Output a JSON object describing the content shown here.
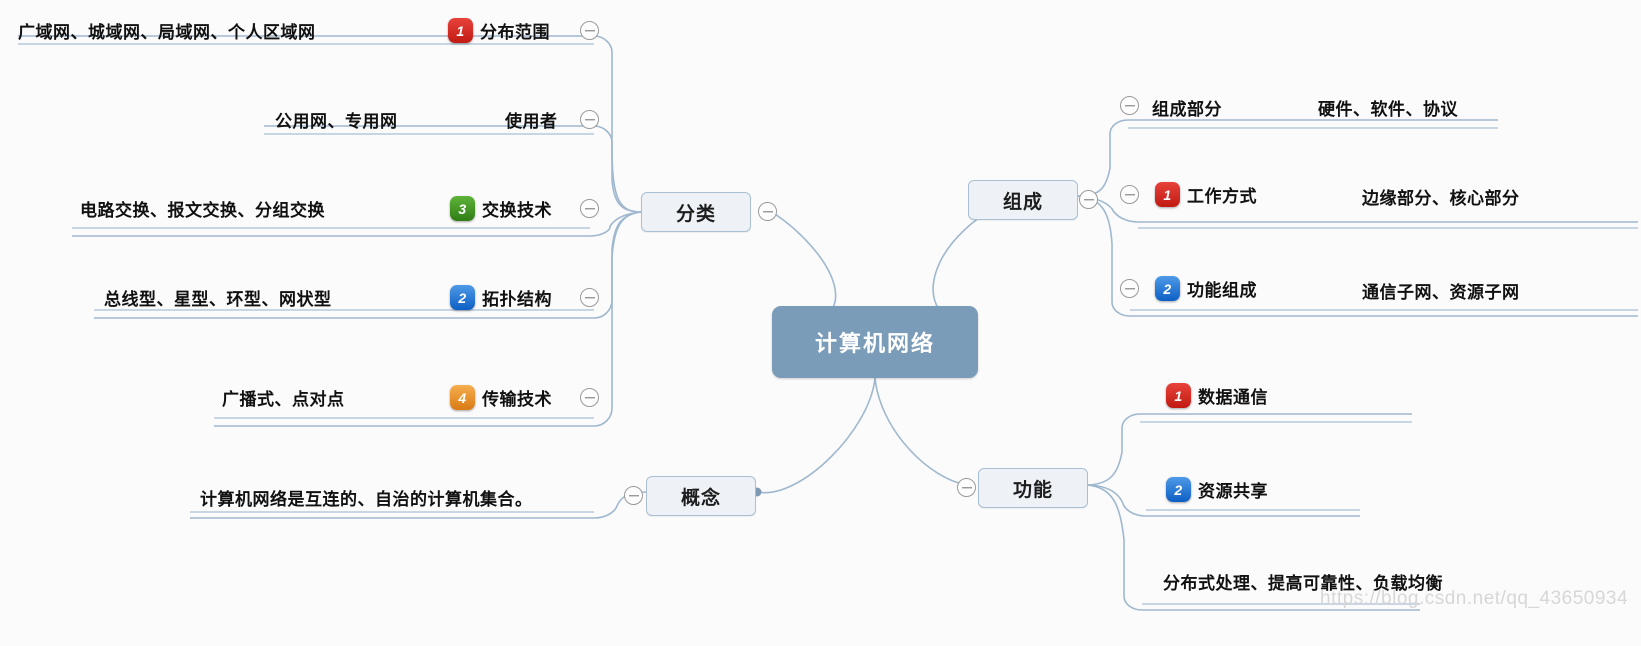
{
  "root": {
    "label": "计算机网络"
  },
  "branches": {
    "classification": {
      "label": "分类"
    },
    "composition": {
      "label": "组成"
    },
    "function": {
      "label": "功能"
    },
    "concept": {
      "label": "概念"
    }
  },
  "classification_topics": [
    {
      "badge": "1",
      "badge_color": "red",
      "label": "分布范围",
      "detail": "广域网、城域网、局域网、个人区域网"
    },
    {
      "badge": "",
      "badge_color": "",
      "label": "使用者",
      "detail": "公用网、专用网"
    },
    {
      "badge": "3",
      "badge_color": "green",
      "label": "交换技术",
      "detail": "电路交换、报文交换、分组交换"
    },
    {
      "badge": "2",
      "badge_color": "blue",
      "label": "拓扑结构",
      "detail": "总线型、星型、环型、网状型"
    },
    {
      "badge": "4",
      "badge_color": "orange",
      "label": "传输技术",
      "detail": "广播式、点对点"
    }
  ],
  "composition_topics": [
    {
      "badge": "",
      "badge_color": "",
      "label": "组成部分",
      "detail": "硬件、软件、协议"
    },
    {
      "badge": "1",
      "badge_color": "red",
      "label": "工作方式",
      "detail": "边缘部分、核心部分"
    },
    {
      "badge": "2",
      "badge_color": "blue",
      "label": "功能组成",
      "detail": "通信子网、资源子网"
    }
  ],
  "function_topics": [
    {
      "badge": "1",
      "badge_color": "red",
      "label": "数据通信"
    },
    {
      "badge": "2",
      "badge_color": "blue",
      "label": "资源共享"
    },
    {
      "badge": "",
      "badge_color": "",
      "label": "分布式处理、提高可靠性、负载均衡"
    }
  ],
  "concept_detail": {
    "label": "计算机网络是互连的、自治的计算机集合。"
  },
  "watermark": {
    "text": "https://blog.csdn.net/qq_43650934"
  },
  "colors": {
    "background": "#fbfbfb",
    "root_fill": "#7b9cb8",
    "branch_fill": "#eef2f7",
    "branch_border": "#a8bfd4",
    "link": "#9fb8cf",
    "badge_red": "#c01a12",
    "badge_green": "#2f7d14",
    "badge_blue": "#0c5fc4",
    "badge_orange": "#d97a14"
  }
}
